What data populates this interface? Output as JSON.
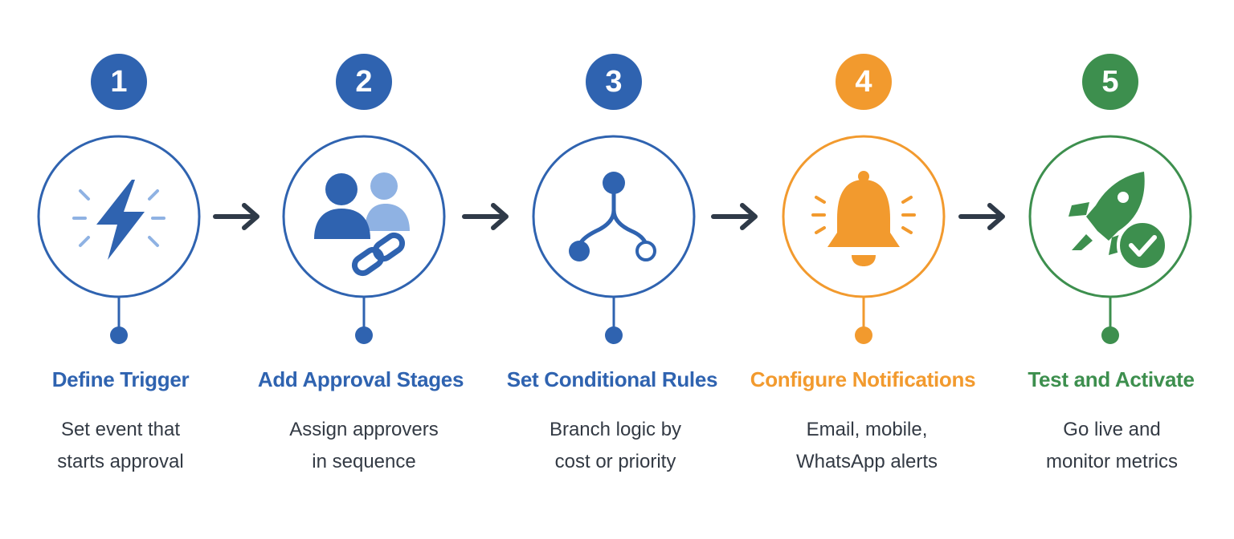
{
  "colors": {
    "blue": "#2f63b0",
    "light_blue": "#8fb2e3",
    "orange": "#f29a2e",
    "green": "#3d8f4e",
    "arrow": "#2f3a48",
    "text": "#333a44"
  },
  "steps": [
    {
      "number": "1",
      "title": "Define Trigger",
      "desc": [
        "Set event that",
        "starts approval"
      ],
      "icon": "lightning-bolt-icon",
      "color": "#2f63b0"
    },
    {
      "number": "2",
      "title": "Add Approval Stages",
      "desc": [
        "Assign approvers",
        "in sequence"
      ],
      "icon": "users-link-icon",
      "color": "#2f63b0"
    },
    {
      "number": "3",
      "title": "Set Conditional Rules",
      "desc": [
        "Branch logic by",
        "cost or priority"
      ],
      "icon": "branch-icon",
      "color": "#2f63b0"
    },
    {
      "number": "4",
      "title": "Configure Notifications",
      "desc": [
        "Email, mobile,",
        "WhatsApp alerts"
      ],
      "icon": "bell-icon",
      "color": "#f29a2e"
    },
    {
      "number": "5",
      "title": "Test and Activate",
      "desc": [
        "Go live and",
        "monitor metrics"
      ],
      "icon": "rocket-check-icon",
      "color": "#3d8f4e"
    }
  ]
}
